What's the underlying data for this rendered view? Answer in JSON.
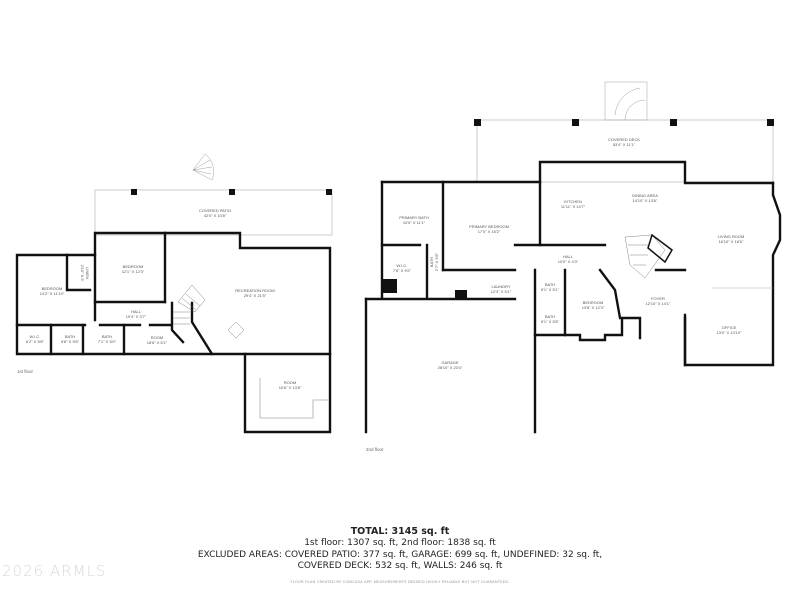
{
  "floor_1": {
    "label": "1st floor",
    "rooms": [
      {
        "name": "COVERED PATIO",
        "dims": "42'0\" x 10'8\""
      },
      {
        "name": "BEDROOM",
        "dims": "14'2\" x 11'10\""
      },
      {
        "name": "LINEN",
        "dims": "2'10\" x 5'"
      },
      {
        "name": "BEDROOM",
        "dims": "12'1\" x 12'3\""
      },
      {
        "name": "HALL",
        "dims": "19'4\" x 3'7\""
      },
      {
        "name": "RECREATION ROOM",
        "dims": "29'4\" x 21'5\""
      },
      {
        "name": "W.I.C.",
        "dims": "6'2\" x 5'8\""
      },
      {
        "name": "BATH",
        "dims": "5'8\" x 5'8\""
      },
      {
        "name": "BATH",
        "dims": "7'1\" x 5'0\""
      },
      {
        "name": "ROOM",
        "dims": "18'6\" x 6'1\""
      },
      {
        "name": "ROOM",
        "dims": "10'6\" x 13'8\""
      }
    ]
  },
  "floor_2": {
    "label": "2nd floor",
    "rooms": [
      {
        "name": "COVERED DECK",
        "dims": "53'4\" x 11'1\""
      },
      {
        "name": "PRIMARY BATH",
        "dims": "10'0\" x 11'1\""
      },
      {
        "name": "PRIMARY BEDROOM",
        "dims": "17'0\" x 15'2\""
      },
      {
        "name": "W.I.C.",
        "dims": "7'6\" x 9'2\""
      },
      {
        "name": "BATH",
        "dims": "2'7\" x 5'8\""
      },
      {
        "name": "KITCHEN",
        "dims": "11'11\" x 14'7\""
      },
      {
        "name": "DINING AREA",
        "dims": "14'10\" x 13'6\""
      },
      {
        "name": "LIVING ROOM",
        "dims": "16'10\" x 18'6\""
      },
      {
        "name": "HALL",
        "dims": "10'0\" x 4'3\""
      },
      {
        "name": "LAUNDRY",
        "dims": "12'3\" x 5'1\""
      },
      {
        "name": "BATH",
        "dims": "5'1\" x 5'1\""
      },
      {
        "name": "BATH",
        "dims": "5'1\" x 5'8\""
      },
      {
        "name": "BEDROOM",
        "dims": "13'8\" x 12'3\""
      },
      {
        "name": "FOYER",
        "dims": "12'10\" x 14'1\""
      },
      {
        "name": "OFFICE",
        "dims": "13'0\" x 13'10\""
      },
      {
        "name": "GARAGE",
        "dims": "28'10\" x 23'4\""
      }
    ]
  },
  "summary": {
    "total": "TOTAL: 3145 sq. ft",
    "floors": "1st floor: 1307 sq. ft, 2nd floor: 1838 sq. ft",
    "excluded_1": "EXCLUDED AREAS: COVERED PATIO: 377 sq. ft, GARAGE: 699 sq. ft, UNDEFINED: 32 sq. ft,",
    "excluded_2": "COVERED DECK: 532 sq. ft, WALLS: 246 sq. ft",
    "disclaimer": "FLOOR PLAN CREATED BY CUBICASA APP. MEASUREMENTS DEEMED HIGHLY RELIABLE BUT NOT GUARANTEED."
  },
  "watermark": "2026 ARMLS"
}
